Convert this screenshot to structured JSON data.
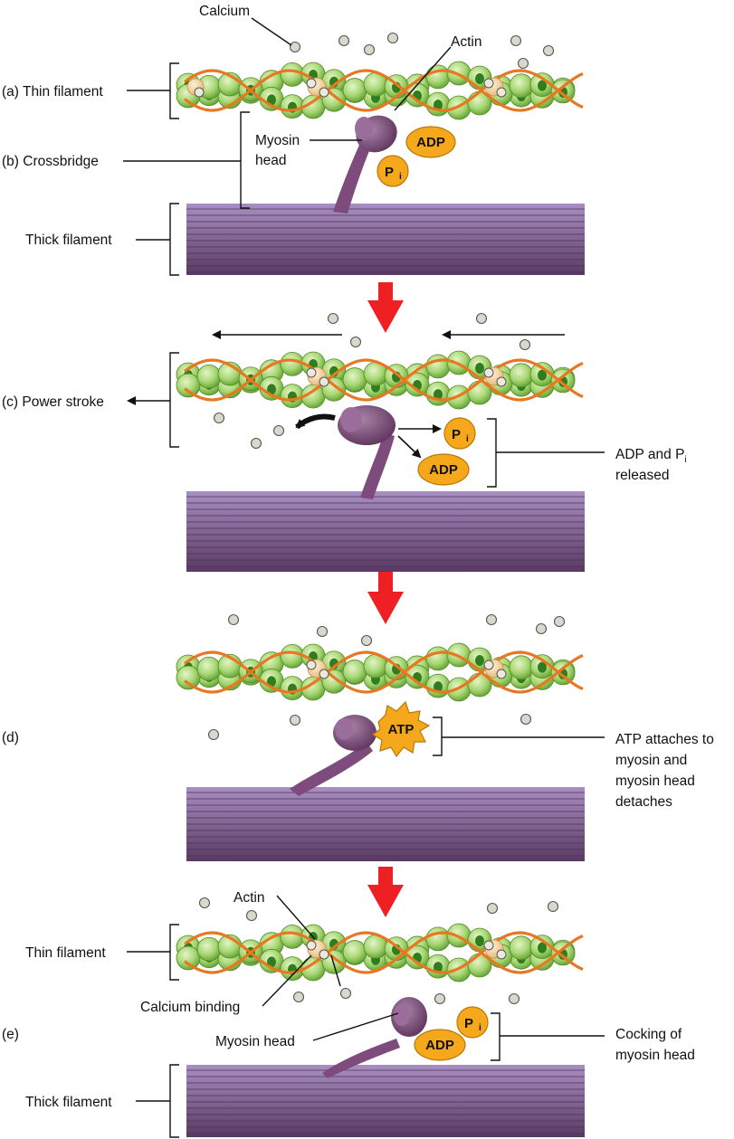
{
  "labels": {
    "calcium": "Calcium",
    "actin_top": "Actin",
    "thin_filament_a": "(a) Thin filament",
    "crossbridge_b": "(b) Crossbridge",
    "myosin_head_l1": "Myosin",
    "myosin_head_l2": "head",
    "thick_filament_top": "Thick filament",
    "power_stroke_c": "(c) Power stroke",
    "adp_pi_released_l1": "ADP and P",
    "adp_pi_released_l1_sub": "i",
    "adp_pi_released_l2": "released",
    "step_d": "(d)",
    "atp_attaches_l1": "ATP attaches to",
    "atp_attaches_l2": "myosin and",
    "atp_attaches_l3": "myosin head",
    "atp_attaches_l4": "detaches",
    "actin_bottom": "Actin",
    "thin_filament_bottom": "Thin filament",
    "calcium_binding": "Calcium binding",
    "step_e": "(e)",
    "myosin_head_bottom": "Myosin head",
    "cocking_l1": "Cocking of",
    "cocking_l2": "myosin head",
    "thick_filament_bottom": "Thick filament"
  },
  "molecules": {
    "adp": "ADP",
    "pi": "P",
    "pi_sub": "i",
    "atp": "ATP"
  },
  "colors": {
    "actin_light": "#c8e6a0",
    "actin_mid": "#8cc63f",
    "actin_dark": "#2f7d1f",
    "tropomyosin": "#e87722",
    "troponin": "#f6d9a8",
    "thick_light": "#9c84b8",
    "thick_dark": "#5e3d68",
    "myosin": "#7d4c7d",
    "molecule_fill": "#f5a81c",
    "arrow_red": "#ee2024",
    "calcium_fill": "#d8d8cc"
  }
}
